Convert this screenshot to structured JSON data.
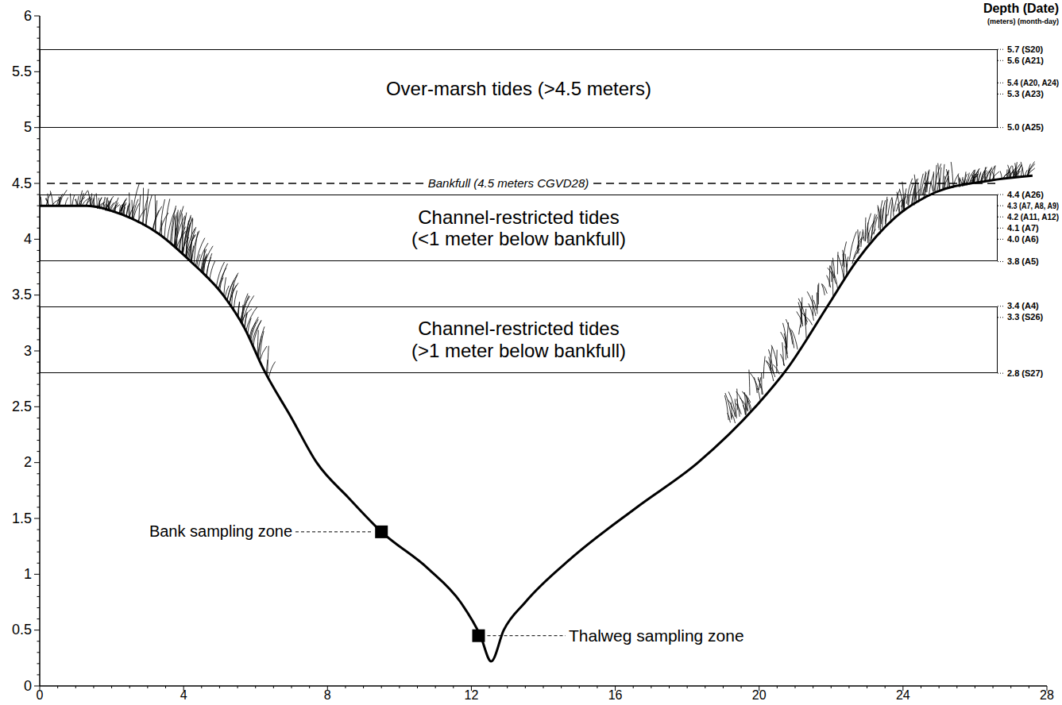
{
  "diagram": {
    "nodes": [
      {
        "text": [
          "Over-marsh tides (>4.5 meters)"
        ]
      },
      {
        "text": [
          "Channel-restricted tides (<1 meter below bankfull)"
        ]
      },
      {
        "text": [
          "Channel-restricted tides (>1 meter below bankfull)"
        ]
      }
    ],
    "labels": [
      "Depth (Date)",
      "(meters) (month-day)",
      "0",
      "0.5",
      "1",
      "1.5",
      "2",
      "2.5",
      "3",
      "3.5",
      "4",
      "4.5",
      "5",
      "5.5",
      "6",
      "0",
      "4",
      "8",
      "12",
      "16",
      "20",
      "24",
      "28",
      "Bankfull (4.5 meters CGVD28)",
      "5.7 (S20)",
      "5.6 (A21)",
      "5.4 (A20, A24)",
      "5.3 (A23)",
      "5.0 (A25)",
      "4.4 (A26)",
      "4.3 (A7, A8, A9)",
      "4.2 (A11, A12)",
      "4.1 (A7)",
      "4.0 (A6)",
      "3.8 (A5)",
      "3.4 (A4)",
      "3.3 (S26)",
      "2.8 (S27)",
      "Bank sampling zone",
      "Thalweg sampling zone"
    ]
  }
}
